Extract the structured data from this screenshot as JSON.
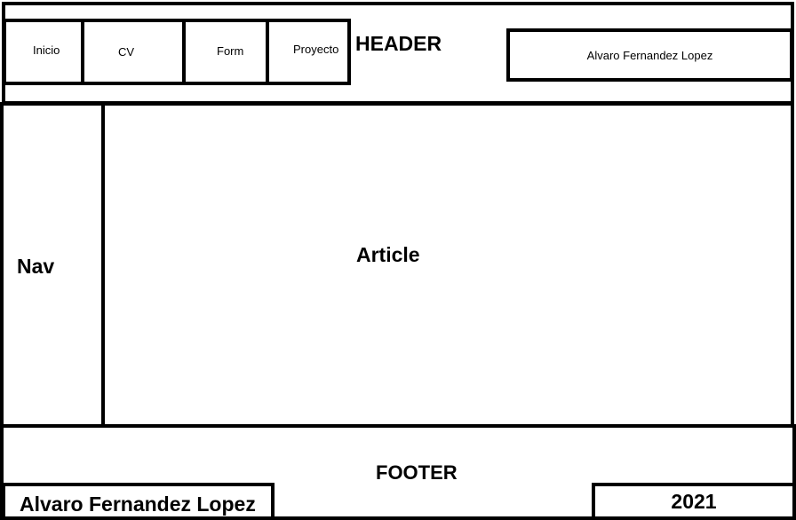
{
  "header": {
    "title": "HEADER",
    "menu": {
      "items": [
        {
          "label": "Inicio"
        },
        {
          "label": "CV"
        },
        {
          "label": "Form"
        },
        {
          "label": "Proyecto"
        }
      ]
    },
    "author": "Alvaro Fernandez Lopez"
  },
  "nav": {
    "title": "Nav"
  },
  "article": {
    "title": "Article"
  },
  "footer": {
    "title": "FOOTER",
    "author": "Alvaro Fernandez Lopez",
    "year": "2021"
  }
}
